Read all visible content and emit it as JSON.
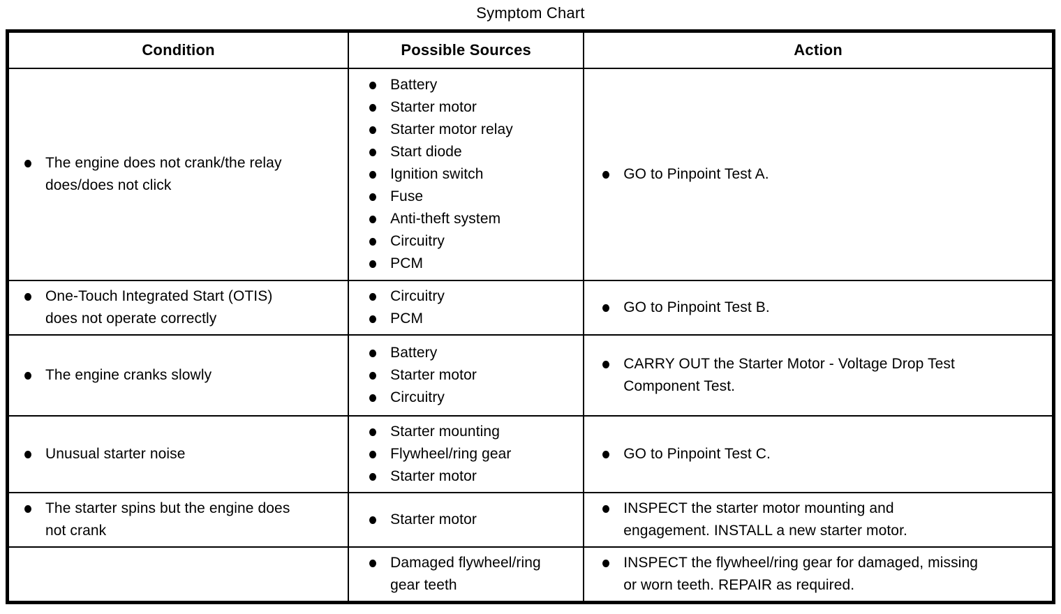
{
  "page": {
    "title": "Symptom Chart"
  },
  "colors": {
    "background": "#ffffff",
    "text": "#000000",
    "border": "#000000"
  },
  "icons": {
    "bullet": "filled-circle"
  },
  "table": {
    "headers": [
      "Condition",
      "Possible Sources",
      "Action"
    ],
    "rows": [
      {
        "condition": [
          "The engine does not crank/the relay\ndoes/does not click"
        ],
        "sources": [
          "Battery",
          "Starter motor",
          "Starter motor relay",
          "Start diode",
          "Ignition switch",
          "Fuse",
          "Anti-theft system",
          "Circuitry",
          "PCM"
        ],
        "action": [
          "GO to Pinpoint Test A."
        ]
      },
      {
        "condition": [
          "One-Touch Integrated Start (OTIS)\ndoes not operate correctly"
        ],
        "sources": [
          "Circuitry",
          "PCM"
        ],
        "action": [
          "GO to Pinpoint Test B."
        ]
      },
      {
        "condition": [
          "The engine cranks slowly"
        ],
        "sources": [
          "Battery",
          "Starter motor",
          "Circuitry"
        ],
        "action": [
          "CARRY OUT the Starter Motor - Voltage Drop Test\nComponent Test."
        ]
      },
      {
        "condition": [
          "Unusual starter noise"
        ],
        "sources": [
          "Starter mounting",
          "Flywheel/ring gear",
          "Starter motor"
        ],
        "action": [
          "GO to Pinpoint Test C."
        ]
      },
      {
        "condition": [
          "The starter spins but the engine does\nnot crank"
        ],
        "sources": [
          "Starter motor"
        ],
        "action": [
          "INSPECT the starter motor mounting and\nengagement. INSTALL a new starter motor."
        ]
      },
      {
        "condition": [],
        "sources": [
          "Damaged flywheel/ring\ngear teeth"
        ],
        "action": [
          "INSPECT the flywheel/ring gear for damaged, missing\nor worn teeth. REPAIR as required."
        ]
      }
    ]
  }
}
